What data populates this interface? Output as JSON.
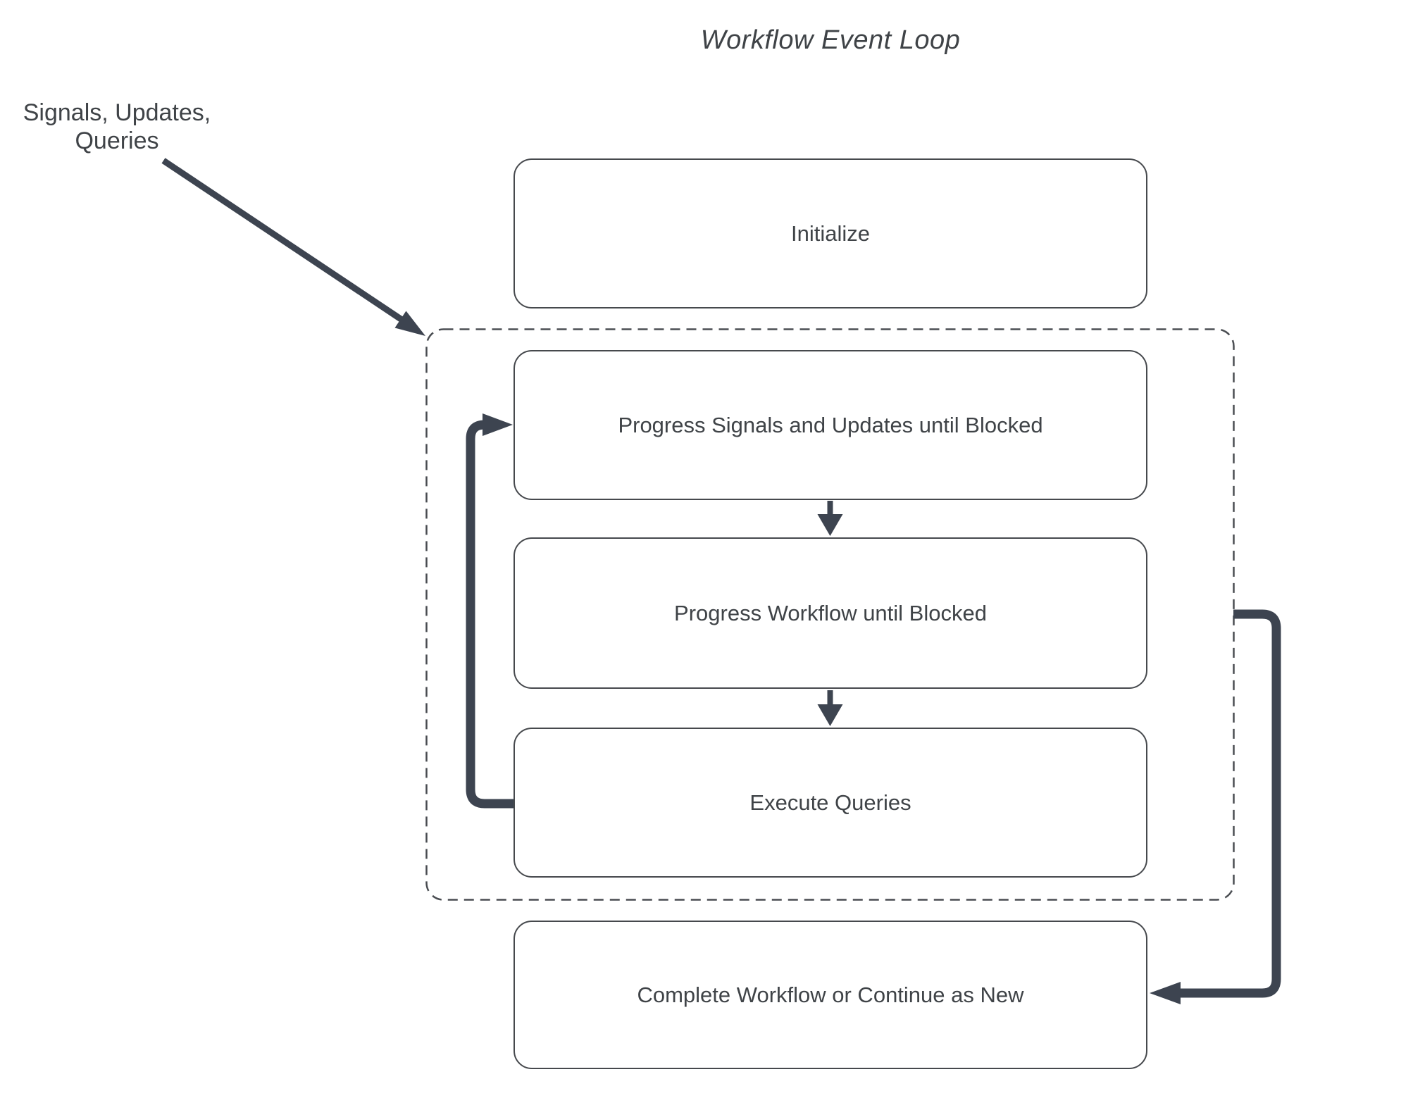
{
  "title": "Workflow Event Loop",
  "annotation": {
    "lines": [
      "Signals, Updates,",
      "Queries"
    ]
  },
  "nodes": [
    {
      "id": "initialize",
      "label": "Initialize"
    },
    {
      "id": "progress-signals",
      "label": "Progress Signals and Updates until Blocked"
    },
    {
      "id": "progress-workflow",
      "label": "Progress Workflow until Blocked"
    },
    {
      "id": "execute-queries",
      "label": "Execute Queries"
    },
    {
      "id": "complete",
      "label": "Complete Workflow or Continue as New"
    }
  ],
  "container": {
    "role": "event-loop-group",
    "border_style": "dashed"
  },
  "arrows": [
    {
      "id": "incoming-events-arrow",
      "from": "signals-updates-queries-label",
      "to": "event-loop-container"
    },
    {
      "id": "progress-signals-to-progress-workflow-arrow",
      "from": "progress-signals",
      "to": "progress-workflow"
    },
    {
      "id": "progress-workflow-to-execute-queries-arrow",
      "from": "progress-workflow",
      "to": "execute-queries"
    },
    {
      "id": "execute-queries-to-progress-signals-loop-arrow",
      "from": "execute-queries",
      "to": "progress-signals"
    },
    {
      "id": "event-loop-to-complete-arrow",
      "from": "event-loop-container",
      "to": "complete"
    }
  ],
  "colors": {
    "arrow": "#3d4450",
    "box_border": "#46494d",
    "dashed_border": "#4a4d52",
    "text": "#3f4347",
    "background": "#ffffff"
  }
}
